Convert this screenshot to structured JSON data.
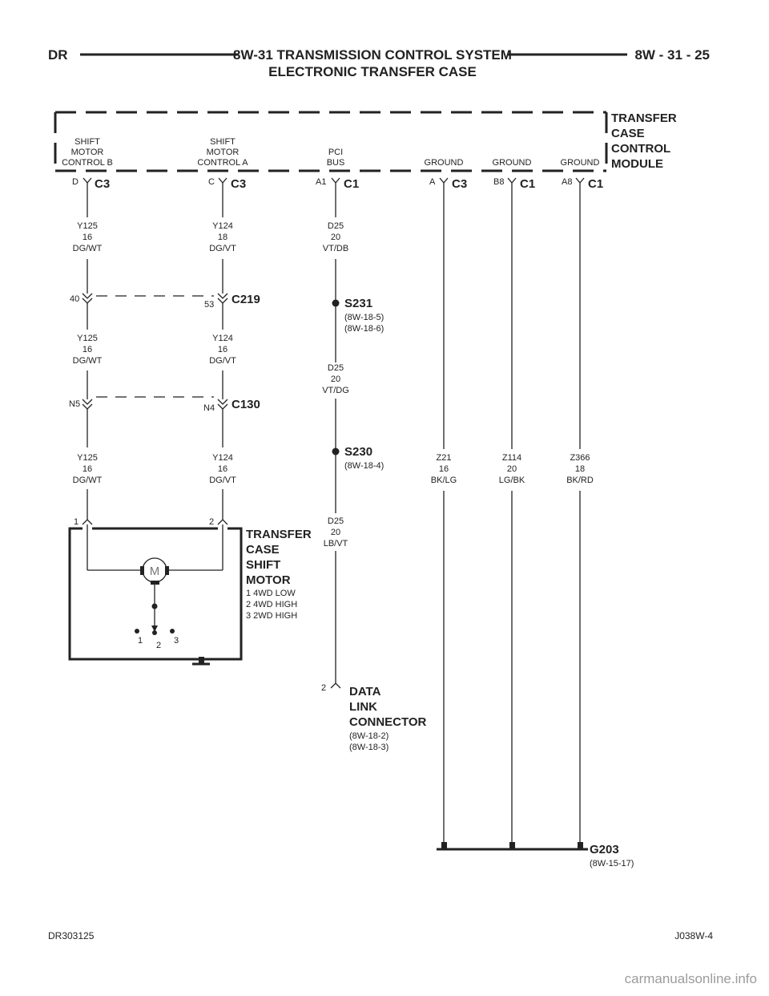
{
  "header": {
    "left": "DR",
    "title": "8W-31 TRANSMISSION CONTROL SYSTEM",
    "subtitle": "ELECTRONIC TRANSFER CASE",
    "page": "8W - 31 - 25"
  },
  "module": {
    "name": [
      "TRANSFER",
      "CASE",
      "CONTROL",
      "MODULE"
    ],
    "terminals": [
      {
        "label": [
          "SHIFT",
          "MOTOR",
          "CONTROL B"
        ],
        "pin": "D",
        "conn": "C3"
      },
      {
        "label": [
          "SHIFT",
          "MOTOR",
          "CONTROL A"
        ],
        "pin": "C",
        "conn": "C3"
      },
      {
        "label": [
          "PCI",
          "BUS"
        ],
        "pin": "A1",
        "conn": "C1"
      },
      {
        "label": [
          "GROUND"
        ],
        "pin": "A",
        "conn": "C3"
      },
      {
        "label": [
          "GROUND"
        ],
        "pin": "B8",
        "conn": "C1"
      },
      {
        "label": [
          "GROUND"
        ],
        "pin": "A8",
        "conn": "C1"
      }
    ]
  },
  "wires": {
    "y125_a": [
      "Y125",
      "16",
      "DG/WT"
    ],
    "y124_a": [
      "Y124",
      "18",
      "DG/VT"
    ],
    "d25_a": [
      "D25",
      "20",
      "VT/DB"
    ],
    "y125_b": [
      "Y125",
      "16",
      "DG/WT"
    ],
    "y124_b": [
      "Y124",
      "16",
      "DG/VT"
    ],
    "d25_b": [
      "D25",
      "20",
      "VT/DG"
    ],
    "y125_c": [
      "Y125",
      "16",
      "DG/WT"
    ],
    "y124_c": [
      "Y124",
      "16",
      "DG/VT"
    ],
    "d25_c": [
      "D25",
      "20",
      "LB/VT"
    ],
    "z21": [
      "Z21",
      "16",
      "BK/LG"
    ],
    "z114": [
      "Z114",
      "20",
      "LG/BK"
    ],
    "z366": [
      "Z366",
      "18",
      "BK/RD"
    ]
  },
  "c219": {
    "name": "C219",
    "pin_left": "40",
    "pin_right": "53"
  },
  "c130": {
    "name": "C130",
    "pin_left": "N5",
    "pin_right": "N4"
  },
  "s231": {
    "name": "S231",
    "refs": [
      "(8W-18-5)",
      "(8W-18-6)"
    ]
  },
  "s230": {
    "name": "S230",
    "refs": [
      "(8W-18-4)"
    ]
  },
  "motor": {
    "pin1": "1",
    "pin2": "2",
    "name": [
      "TRANSFER",
      "CASE",
      "SHIFT",
      "MOTOR"
    ],
    "positions": [
      "1 4WD LOW",
      "2 4WD HIGH",
      "3 2WD HIGH"
    ],
    "symbol": "M",
    "switch_labels": [
      "1",
      "2",
      "3"
    ]
  },
  "dlc": {
    "pin": "2",
    "name": [
      "DATA",
      "LINK",
      "CONNECTOR"
    ],
    "refs": [
      "(8W-18-2)",
      "(8W-18-3)"
    ]
  },
  "ground": {
    "name": "G203",
    "ref": "(8W-15-17)"
  },
  "footer": {
    "left": "DR303125",
    "right": "J038W-4"
  },
  "watermark": "carmanualsonline.info",
  "colors": {
    "line": "#222222",
    "watermark": "#9c9c9c"
  }
}
